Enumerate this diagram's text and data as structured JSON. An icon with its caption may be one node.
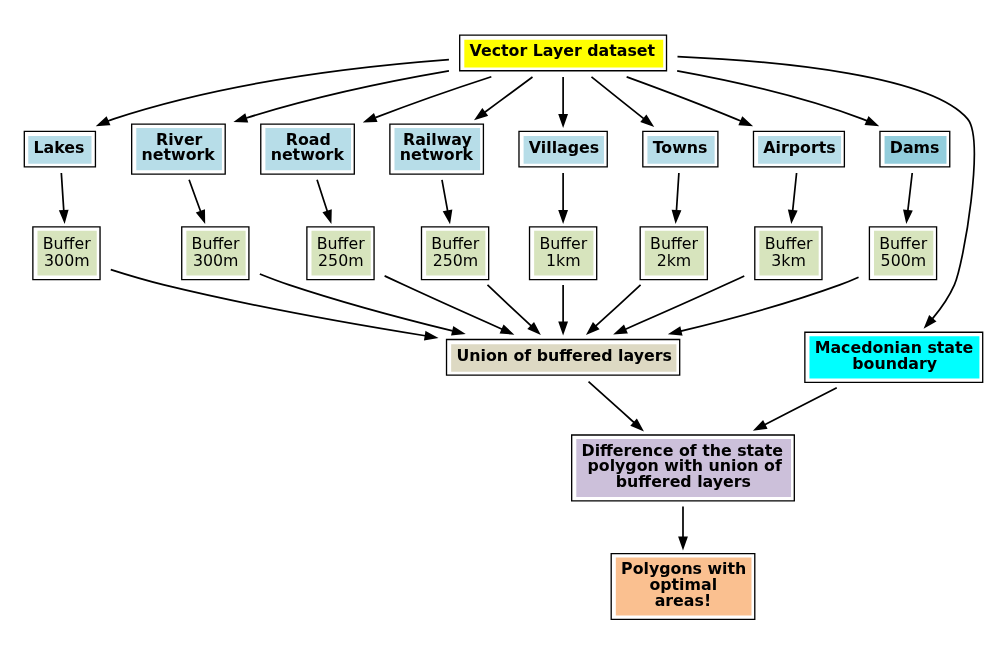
{
  "diagram": {
    "nodes": [
      {
        "text": [
          "Vector Layer dataset"
        ]
      },
      {
        "text": [
          "Lakes"
        ]
      },
      {
        "text": [
          "River network"
        ]
      },
      {
        "text": [
          "Road network"
        ]
      },
      {
        "text": [
          "Railway network"
        ]
      },
      {
        "text": [
          "Villages"
        ]
      },
      {
        "text": [
          "Towns"
        ]
      },
      {
        "text": [
          "Airports"
        ]
      },
      {
        "text": [
          "Dams"
        ]
      },
      {
        "text": [
          "Buffer 300m"
        ]
      },
      {
        "text": [
          "Buffer 300m"
        ]
      },
      {
        "text": [
          "Buffer 250m"
        ]
      },
      {
        "text": [
          "Buffer 250m"
        ]
      },
      {
        "text": [
          "Buffer 1km"
        ]
      },
      {
        "text": [
          "Buffer 2km"
        ]
      },
      {
        "text": [
          "Buffer 3km"
        ]
      },
      {
        "text": [
          "Buffer 500m"
        ]
      },
      {
        "text": [
          "Union of buffered layers"
        ]
      },
      {
        "text": [
          "Macedonian state boundary"
        ]
      },
      {
        "text": [
          "Difference of the state polygon with union of buffered layers"
        ]
      },
      {
        "text": [
          "Polygons with optimal areas!"
        ]
      }
    ],
    "edges": [
      {
        "from": 0,
        "to": 1,
        "arrow": "to"
      },
      {
        "from": 0,
        "to": 2,
        "arrow": "to"
      },
      {
        "from": 0,
        "to": 3,
        "arrow": "to"
      },
      {
        "from": 0,
        "to": 4,
        "arrow": "to"
      },
      {
        "from": 0,
        "to": 5,
        "arrow": "to"
      },
      {
        "from": 0,
        "to": 6,
        "arrow": "to"
      },
      {
        "from": 0,
        "to": 7,
        "arrow": "to"
      },
      {
        "from": 0,
        "to": 8,
        "arrow": "to"
      },
      {
        "from": 1,
        "to": 9,
        "arrow": "to"
      },
      {
        "from": 2,
        "to": 10,
        "arrow": "to"
      },
      {
        "from": 3,
        "to": 11,
        "arrow": "to"
      },
      {
        "from": 4,
        "to": 12,
        "arrow": "to"
      },
      {
        "from": 5,
        "to": 13,
        "arrow": "to"
      },
      {
        "from": 6,
        "to": 14,
        "arrow": "to"
      },
      {
        "from": 7,
        "to": 15,
        "arrow": "to"
      },
      {
        "from": 8,
        "to": 16,
        "arrow": "to"
      },
      {
        "from": 9,
        "to": 17,
        "arrow": "to"
      },
      {
        "from": 10,
        "to": 17,
        "arrow": "to"
      },
      {
        "from": 11,
        "to": 17,
        "arrow": "to"
      },
      {
        "from": 12,
        "to": 17,
        "arrow": "to"
      },
      {
        "from": 13,
        "to": 17,
        "arrow": "to"
      },
      {
        "from": 14,
        "to": 17,
        "arrow": "to"
      },
      {
        "from": 15,
        "to": 17,
        "arrow": "to"
      },
      {
        "from": 16,
        "to": 17,
        "arrow": "to"
      },
      {
        "from": 0,
        "to": 18,
        "arrow": "to"
      },
      {
        "from": 17,
        "to": 19,
        "arrow": "to"
      },
      {
        "from": 18,
        "to": 19,
        "arrow": "to"
      },
      {
        "from": 19,
        "to": 20,
        "arrow": "to"
      }
    ]
  }
}
